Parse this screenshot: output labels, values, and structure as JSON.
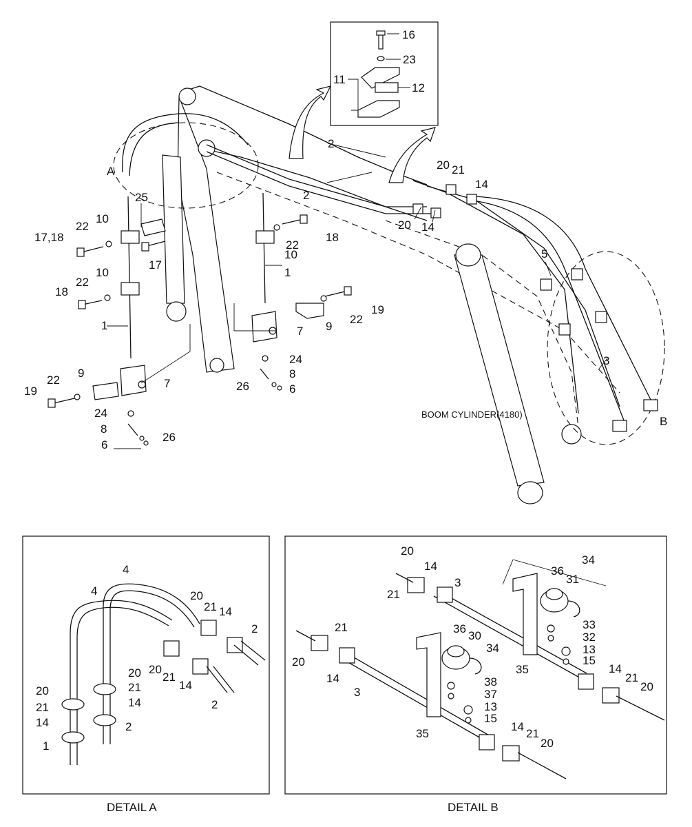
{
  "note_boom_cylinder": "BOOM CYLINDER(4180)",
  "detail_markers": {
    "a": "A",
    "b": "B"
  },
  "captions": {
    "detail_a": "DETAIL A",
    "detail_b": "DETAIL B"
  },
  "main_labels": [
    "16",
    "23",
    "11",
    "12",
    "2",
    "2",
    "20",
    "21",
    "14",
    "20",
    "14",
    "5",
    "3",
    "25",
    "10",
    "22",
    "17,18",
    "17",
    "10",
    "22",
    "18",
    "1",
    "22",
    "18",
    "10",
    "1",
    "7",
    "9",
    "22",
    "19",
    "24",
    "8",
    "6",
    "26",
    "7",
    "9",
    "22",
    "19",
    "24",
    "8",
    "26",
    "6"
  ],
  "detail_a_labels": [
    "4",
    "4",
    "20",
    "21",
    "14",
    "2",
    "20",
    "21",
    "14",
    "2",
    "20",
    "21",
    "20",
    "21",
    "14",
    "14",
    "2",
    "1"
  ],
  "detail_b_labels": [
    "20",
    "14",
    "3",
    "21",
    "21",
    "20",
    "14",
    "3",
    "36",
    "30",
    "34",
    "38",
    "37",
    "13",
    "15",
    "35",
    "14",
    "21",
    "20",
    "34",
    "36",
    "31",
    "33",
    "32",
    "13",
    "15",
    "35",
    "14",
    "21",
    "20"
  ]
}
